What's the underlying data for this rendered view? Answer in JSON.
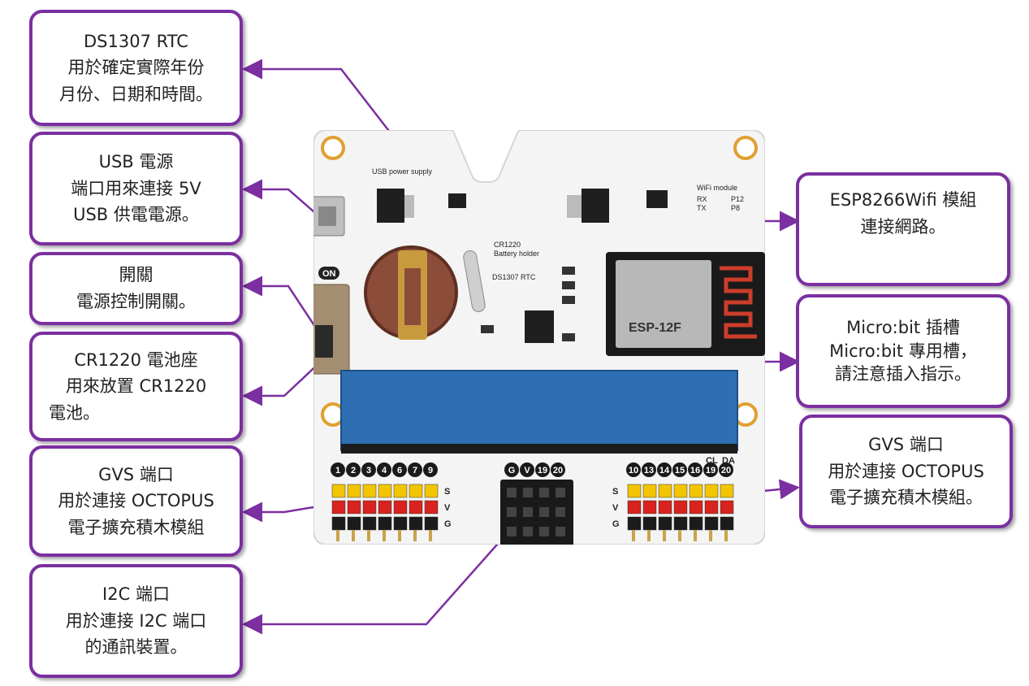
{
  "callouts": {
    "rtc": [
      "DS1307 RTC",
      "用於確定實際年份",
      "月份、日期和時間。"
    ],
    "usb": [
      "USB  電源",
      "端口用來連接 5V",
      "USB 供電電源。"
    ],
    "switch": [
      "開關",
      "電源控制開關。"
    ],
    "battery": [
      "CR1220 電池座",
      "用來放置 CR1220",
      "電池。"
    ],
    "gvs_left": [
      "GVS 端口",
      "用於連接 OCTOPUS",
      "電子擴充積木模組"
    ],
    "i2c": [
      "I2C 端口",
      "用於連接 I2C 端口",
      "的通訊裝置。"
    ],
    "wifi": [
      "ESP8266Wifi 模組",
      "連接網路。"
    ],
    "microbit": [
      "Micro:bit 插槽",
      "Micro:bit 專用槽，",
      "請注意插入指示。"
    ],
    "gvs_right": [
      "GVS 端口",
      "用於連接 OCTOPUS",
      "電子擴充積木模組。"
    ]
  },
  "board": {
    "usb_label": "USB power supply",
    "battery_label": [
      "CR1220",
      "Battery holder"
    ],
    "rtc_label": "DS1307 RTC",
    "wifi_label": [
      "WiFi module",
      "RX",
      "TX",
      "P12",
      "P8"
    ],
    "esp_label": "ESP-12F",
    "on_label": "ON",
    "left_pins": [
      "1",
      "2",
      "3",
      "4",
      "6",
      "7",
      "9"
    ],
    "mid_pins": [
      "G",
      "V",
      "19",
      "20"
    ],
    "right_pins": [
      "10",
      "13",
      "14",
      "15",
      "16",
      "19",
      "20"
    ],
    "right_top": [
      "CL",
      "DA"
    ],
    "svg_letters": [
      "S",
      "V",
      "G"
    ]
  },
  "colors": {
    "accent": "#7b2fa0",
    "board": "#f4f4f4",
    "slot": "#2e6fb4",
    "pin_signal": "#f2c500",
    "pin_vcc": "#d8231f",
    "pin_gnd": "#1b1b1b"
  }
}
